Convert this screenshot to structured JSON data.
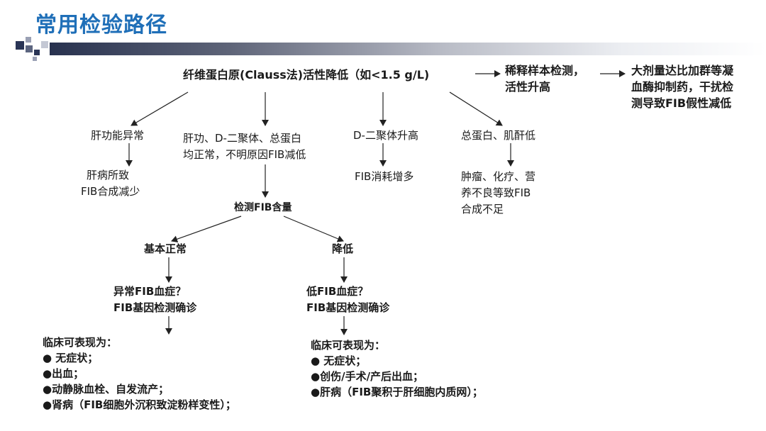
{
  "slide": {
    "title": "常用检验路径"
  },
  "nodes": {
    "root": "纤维蛋白原(Clauss法)活性降低（如<1.5 g/L)",
    "dilute": [
      "稀释样本检测，",
      "活性升高"
    ],
    "interfere": [
      "大剂量达比加群等凝",
      "血酶抑制药，干扰检",
      "测导致FIB假性减低"
    ],
    "liver_abnormal": "肝功能异常",
    "liver_cause": [
      "肝病所致",
      "FIB合成减少"
    ],
    "normal_all": [
      "肝功、D-二聚体、总蛋白",
      "均正常，不明原因FIB减低"
    ],
    "ddimer_high": "D-二聚体升高",
    "fib_consumption": "FIB消耗增多",
    "protein_low": "总蛋白、肌酐低",
    "tumor": [
      "肿瘤、化疗、营",
      "养不良等致FIB",
      "合成不足"
    ],
    "detect_fib": "检测FIB含量",
    "basic_normal": "基本正常",
    "decreased": "降低",
    "dysfib": [
      "异常FIB血症？",
      "FIB基因检测确诊"
    ],
    "hypofib": [
      "低FIB血症？",
      "FIB基因检测确诊"
    ],
    "left_clinical": [
      "临床可表现为：",
      "● 无症状；",
      "●出血；",
      "●动静脉血栓、自发流产；",
      "●肾病（FIB细胞外沉积致淀粉样变性）；"
    ],
    "right_clinical": [
      "临床可表现为：",
      "● 无症状；",
      "●创伤/手术/产后出血；",
      "●肝病（FIB聚积于肝细胞内质网）；"
    ]
  },
  "colors": {
    "title": "#1f6fb8",
    "banner_dark": "#28324f",
    "square_dark": "#2a3556",
    "square_light": "#9aa0b4"
  }
}
